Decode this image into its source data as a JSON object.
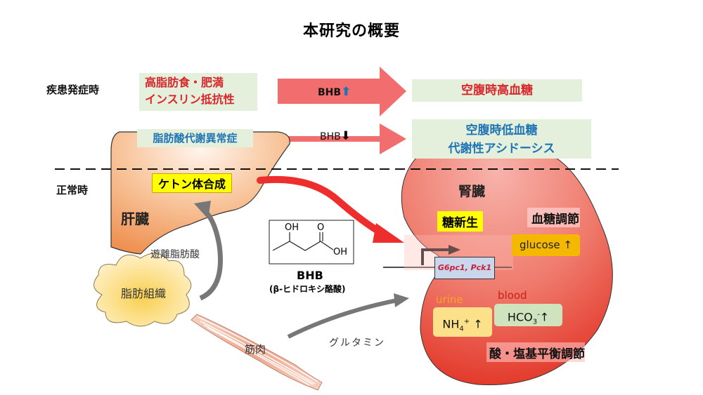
{
  "title": "本研究の概要",
  "states": {
    "disease": "疾患発症時",
    "normal": "正常時"
  },
  "disease_causes": {
    "line1": "高脂肪食・肥満",
    "line2": "インスリン抵抗性"
  },
  "lipid_disorder": "脂肪酸代謝異常症",
  "arrows": {
    "bhb_up": "BHB",
    "bhb_down": "BHB",
    "free_fatty_acid": "遊離脂肪酸",
    "glutamine": "グルタミン"
  },
  "outcomes": {
    "hyperglycemia": "空腹時高血糖",
    "hypoglycemia": "空腹時低血糖",
    "acidosis": "代謝性アシドーシス"
  },
  "liver": {
    "name": "肝臓",
    "process": "ケトン体合成"
  },
  "adipose": "脂肪組織",
  "muscle": "筋肉",
  "bhb": {
    "name": "BHB",
    "fullname": "(β-ヒドロキシ酪酸)",
    "oh1": "OH",
    "o": "O",
    "oh2": "OH"
  },
  "kidney": {
    "name": "腎臓",
    "gluconeogenesis": "糖新生",
    "genes": "G6pc1, Pck1",
    "glucose_regulation": "血糖調節",
    "glucose": "glucose ↑",
    "urine": "urine",
    "blood": "blood",
    "nh4": "NH",
    "nh4_sub": "4",
    "nh4_sup": "+",
    "nh4_arrow": " ↑",
    "hco3": "HCO",
    "hco3_sub": "3",
    "hco3_sup": "-",
    "hco3_arrow": "↑",
    "acid_base": "酸・塩基平衡調節"
  },
  "colors": {
    "disease_red": "#d8262b",
    "disease_blue": "#1f74b4",
    "arrow_pink": "#f26d6d",
    "outcome_bg": "#e4efdc",
    "highlight_yellow": "#ffff00",
    "glucose_box": "#f5b800",
    "nh4_box": "#fde08a",
    "hco3_box": "#cfe3bf",
    "gene_box": "#c9d6ec"
  }
}
